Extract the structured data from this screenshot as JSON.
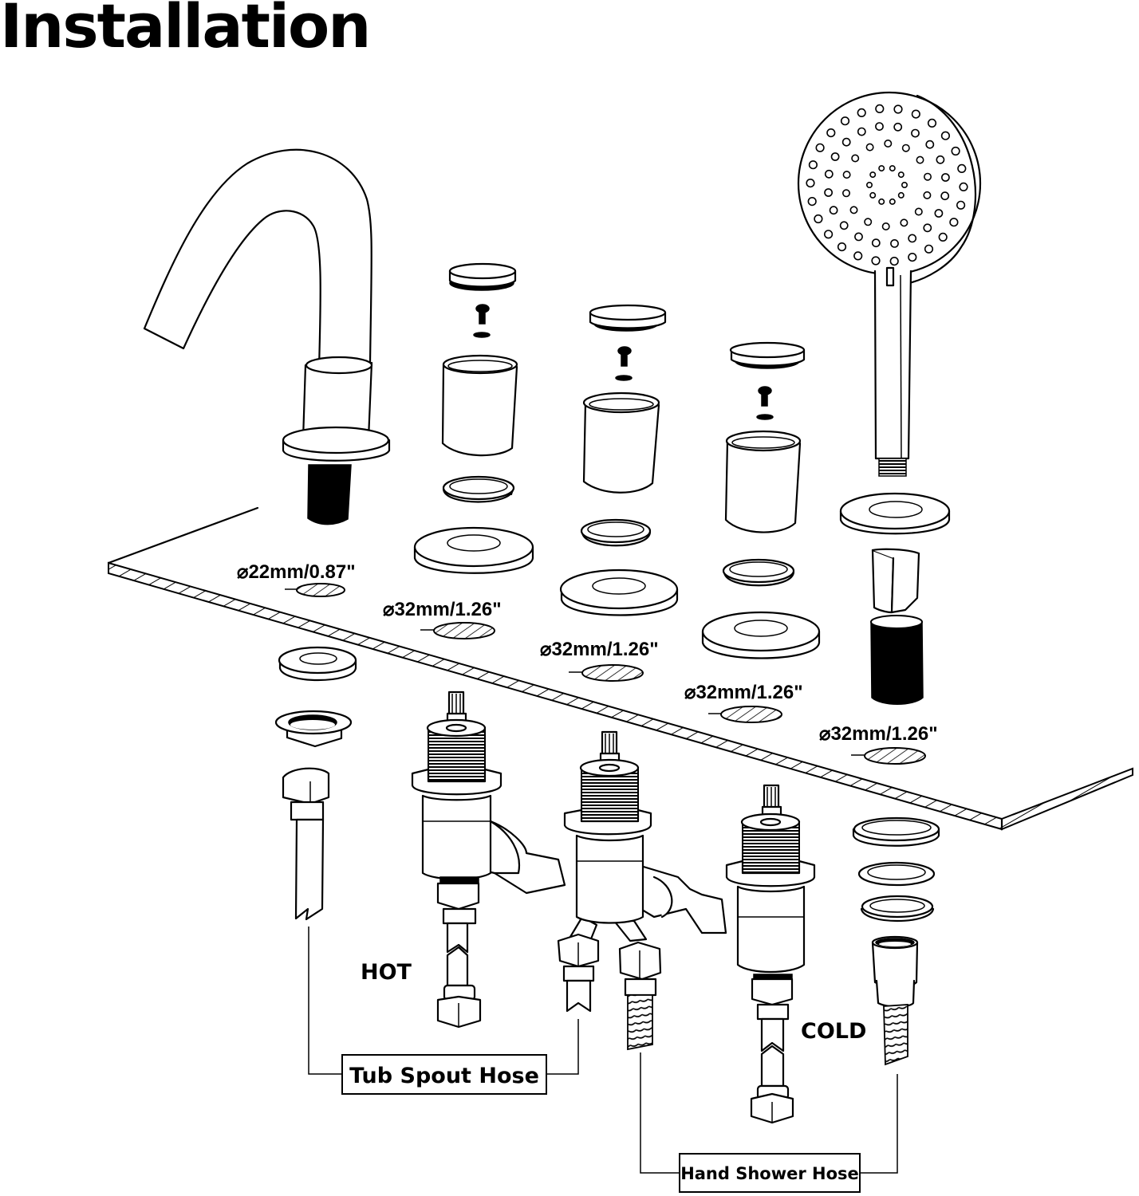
{
  "title": "Installation",
  "hole_dimensions": [
    {
      "id": "spout-hole",
      "label": "⌀22mm/0.87\"",
      "diameter_mm": 22,
      "diameter_in": 0.87
    },
    {
      "id": "hot-handle-hole",
      "label": "⌀32mm/1.26\"",
      "diameter_mm": 32,
      "diameter_in": 1.26
    },
    {
      "id": "diverter-hole",
      "label": "⌀32mm/1.26\"",
      "diameter_mm": 32,
      "diameter_in": 1.26
    },
    {
      "id": "cold-handle-hole",
      "label": "⌀32mm/1.26\"",
      "diameter_mm": 32,
      "diameter_in": 1.26
    },
    {
      "id": "hand-shower-hole",
      "label": "⌀32mm/1.26\"",
      "diameter_mm": 32,
      "diameter_in": 1.26
    }
  ],
  "labels": {
    "hot": "HOT",
    "cold": "COLD",
    "tub_spout_hose": "Tub Spout Hose",
    "hand_shower_hose": "Hand Shower Hose"
  },
  "components": [
    "tub-spout",
    "hot-handle",
    "diverter-handle",
    "cold-handle",
    "hand-shower",
    "deck-plate",
    "hot-valve",
    "diverter-valve",
    "cold-valve",
    "tub-spout-hose",
    "hand-shower-hose"
  ],
  "colors": {
    "line": "#000000",
    "background": "#ffffff"
  }
}
